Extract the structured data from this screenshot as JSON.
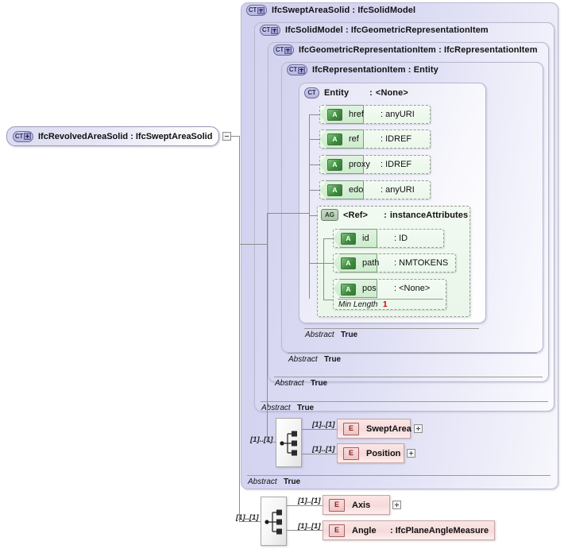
{
  "diagram": {
    "kind": "xsd-schema-tree",
    "root": {
      "icon": "complextype-expand-icon",
      "icon_text": "CT",
      "name": "IfcRevolvedAreaSolid",
      "separator": ":",
      "type": "IfcSweptAreaSolid",
      "label": "IfcRevolvedAreaSolid  :  IfcSweptAreaSolid"
    },
    "base_types": [
      {
        "icon_text": "CT",
        "name": "IfcSweptAreaSolid",
        "type": "IfcSolidModel",
        "label": "IfcSweptAreaSolid : IfcSolidModel",
        "abstract_key": "Abstract",
        "abstract_value": "True"
      },
      {
        "icon_text": "CT",
        "name": "IfcSolidModel",
        "type": "IfcGeometricRepresentationItem",
        "label": "IfcSolidModel : IfcGeometricRepresentationItem",
        "abstract_key": "Abstract",
        "abstract_value": "True"
      },
      {
        "icon_text": "CT",
        "name": "IfcGeometricRepresentationItem",
        "type": "IfcRepresentationItem",
        "label": "IfcGeometricRepresentationItem : IfcRepresentationItem",
        "abstract_key": "Abstract",
        "abstract_value": "True"
      },
      {
        "icon_text": "CT",
        "name": "IfcRepresentationItem",
        "type": "Entity",
        "label": "IfcRepresentationItem : Entity",
        "abstract_key": "Abstract",
        "abstract_value": "True"
      },
      {
        "icon_text": "CT",
        "name": "Entity",
        "type": "<None>",
        "label": "Entity     : <None>"
      }
    ],
    "entity_box": {
      "icon_text": "CT",
      "name": "Entity",
      "separator": ":",
      "type": "<None>"
    },
    "attributes": [
      {
        "icon": "attribute-icon",
        "icon_text": "A",
        "name": "href",
        "separator": ":",
        "type": "anyURI"
      },
      {
        "icon": "attribute-icon",
        "icon_text": "A",
        "name": "ref",
        "separator": ":",
        "type": "IDREF"
      },
      {
        "icon": "attribute-icon",
        "icon_text": "A",
        "name": "proxy",
        "separator": ":",
        "type": "IDREF"
      },
      {
        "icon": "attribute-icon",
        "icon_text": "A",
        "name": "edo",
        "separator": ":",
        "type": "anyURI"
      }
    ],
    "attribute_group": {
      "icon": "attribute-group-icon",
      "icon_text": "AG",
      "name": "<Ref>",
      "separator": ":",
      "type": "instanceAttributes",
      "attributes": [
        {
          "icon_text": "A",
          "name": "id",
          "separator": ":",
          "type": "ID"
        },
        {
          "icon_text": "A",
          "name": "path",
          "separator": ":",
          "type": "NMTOKENS"
        },
        {
          "icon_text": "A",
          "name": "pos",
          "separator": ":",
          "type": "<None>",
          "facet_key": "Min Length",
          "facet_value": "1"
        }
      ]
    },
    "sequences": [
      {
        "icon": "sequence-compositor-icon",
        "occurs": "[1]..[1]",
        "elements": [
          {
            "icon_text": "E",
            "name": "SweptArea",
            "occurs": "[1]..[1]",
            "type": "",
            "expandable": true
          },
          {
            "icon_text": "E",
            "name": "Position",
            "occurs": "[1]..[1]",
            "type": "",
            "expandable": true
          }
        ]
      },
      {
        "icon": "sequence-compositor-icon",
        "occurs": "[1]..[1]",
        "elements": [
          {
            "icon_text": "E",
            "name": "Axis",
            "occurs": "[1]..[1]",
            "type": "",
            "expandable": true
          },
          {
            "icon_text": "E",
            "name": "Angle",
            "occurs": "[1]..[1]",
            "separator": ":",
            "type": "IfcPlaneAngleMeasure",
            "expandable": false
          }
        ]
      }
    ],
    "colors": {
      "complextype_fill": "#d8d8f2",
      "attribute_fill": "#eaf7ea",
      "element_fill": "#f6dada",
      "connector": "#8c8c8c",
      "facet_value_accent": "#cc0000"
    }
  }
}
